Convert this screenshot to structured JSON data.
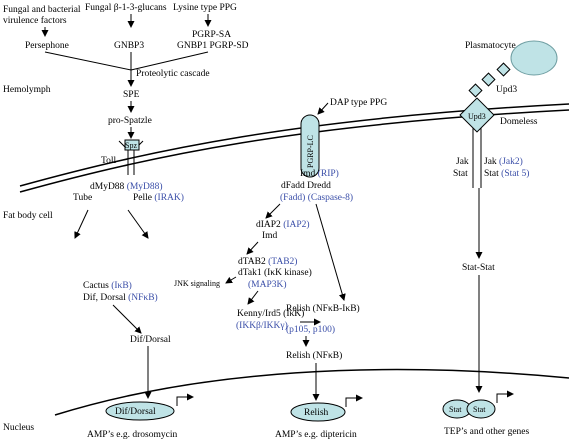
{
  "top": {
    "fungal_bacterial": "Fungal and bacterial",
    "virulence": "virulence factors",
    "fungal_glucans": "Fungal β-1-3-glucans",
    "lysine_ppg": "Lysine type PPG",
    "persephone": "Persephone",
    "gnbp3": "GNBP3",
    "pgrp_sa": "PGRP-SA",
    "gnbp1_pgrp_sd": "GNBP1 PGRP-SD",
    "proteolytic": "Proteolytic cascade",
    "spe": "SPE",
    "pro_spatzle": "pro-Spatzle"
  },
  "regions": {
    "hemolymph": "Hemolymph",
    "fat_body": "Fat body cell",
    "nucleus": "Nucleus"
  },
  "toll": {
    "spz": "Spz",
    "toll": "Toll",
    "dmyd88": "dMyD88",
    "myd88": "(MyD88)",
    "tube": "Tube",
    "pelle": "Pelle",
    "irak": "(IRAK)",
    "cactus": "Cactus",
    "ikb": "(IκB)",
    "dif_dorsal": "Dif, Dorsal",
    "nfkb": "(NFκB)",
    "dif_dorsal2": "Dif/Dorsal",
    "nuc_box": "Dif/Dorsal",
    "amp": "AMP’s e.g. drosomycin"
  },
  "imd": {
    "dap": "DAP type PPG",
    "pgrp_lc": "PGRP-LC",
    "imd": "Imd",
    "rip": "(RIP)",
    "dfadd": "dFadd",
    "dredd": "Dredd",
    "fadd": "(Fadd)",
    "caspase": "(Caspase-8)",
    "diap2": "dIAP2",
    "iap2": "(IAP2)",
    "imd2": "Imd",
    "dtab2": "dTAB2",
    "tab2": "(TAB2)",
    "dtak1": "dTak1 (IκK kinase)",
    "map3k": "(MAP3K)",
    "jnk": "JNK signaling",
    "kenny": "Kenny/Ird5 (IκK)",
    "ikk": "(IKKβ/IKKγ)",
    "relish": "Relish (NFκB-IκB)",
    "p105": "(p105, p100)",
    "relish2": "Relish (NFκB)",
    "nuc_box": "Relish",
    "amp": "AMP’s e.g. diptericin"
  },
  "jak": {
    "plasmatocyte": "Plasmatocyte",
    "upd3": "Upd3",
    "upd3_box": "Upd3",
    "domeless": "Domeless",
    "jak": "Jak",
    "jak_r": "Jak",
    "jak2": "(Jak2)",
    "stat": "Stat",
    "stat_r": "Stat",
    "stat5": "(Stat 5)",
    "stat_stat": "Stat-Stat",
    "nuc_stat1": "Stat",
    "nuc_stat2": "Stat",
    "tep": "TEP’s and other genes"
  },
  "colors": {
    "box_fill": "#bfe3e6",
    "mammal_text": "#3a4ea8"
  }
}
